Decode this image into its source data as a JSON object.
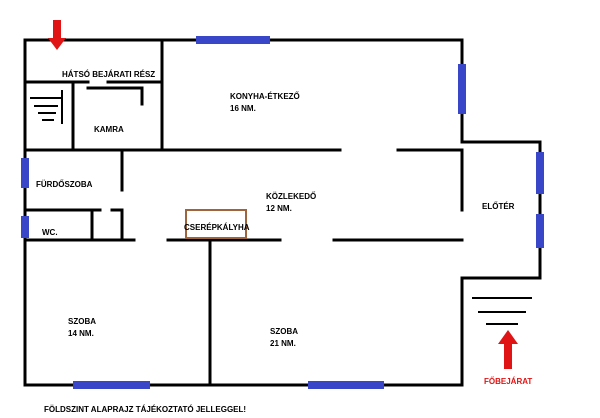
{
  "colors": {
    "wall": "#000000",
    "window": "#3a46c8",
    "arrow": "#e01414",
    "stove_outline": "#a0643c",
    "entrance_text": "#e01414"
  },
  "rooms": {
    "back_entry": "HÁTSÓ BEJÁRATI RÉSZ",
    "pantry": "KAMRA",
    "kitchen": "KONYHA-ÉTKEZŐ",
    "kitchen_area": "16 NM.",
    "bathroom": "FÜRDŐSZOBA",
    "wc": "WC.",
    "hallway": "KÖZLEKEDŐ",
    "hallway_area": "12 NM.",
    "stove": "CSERÉPKÁLYHA",
    "vestibule": "ELŐTÉR",
    "room_left": "SZOBA",
    "room_left_area": "14 NM.",
    "room_right": "SZOBA",
    "room_right_area": "21 NM."
  },
  "main_entrance": "FŐBEJÁRAT",
  "caption": "FÖLDSZINT ALAPRAJZ TÁJÉKOZTATÓ JELLEGGEL!",
  "icons": {
    "back_arrow": "arrow-down-icon",
    "main_arrow": "arrow-up-icon",
    "stairs": "stairs-icon"
  }
}
